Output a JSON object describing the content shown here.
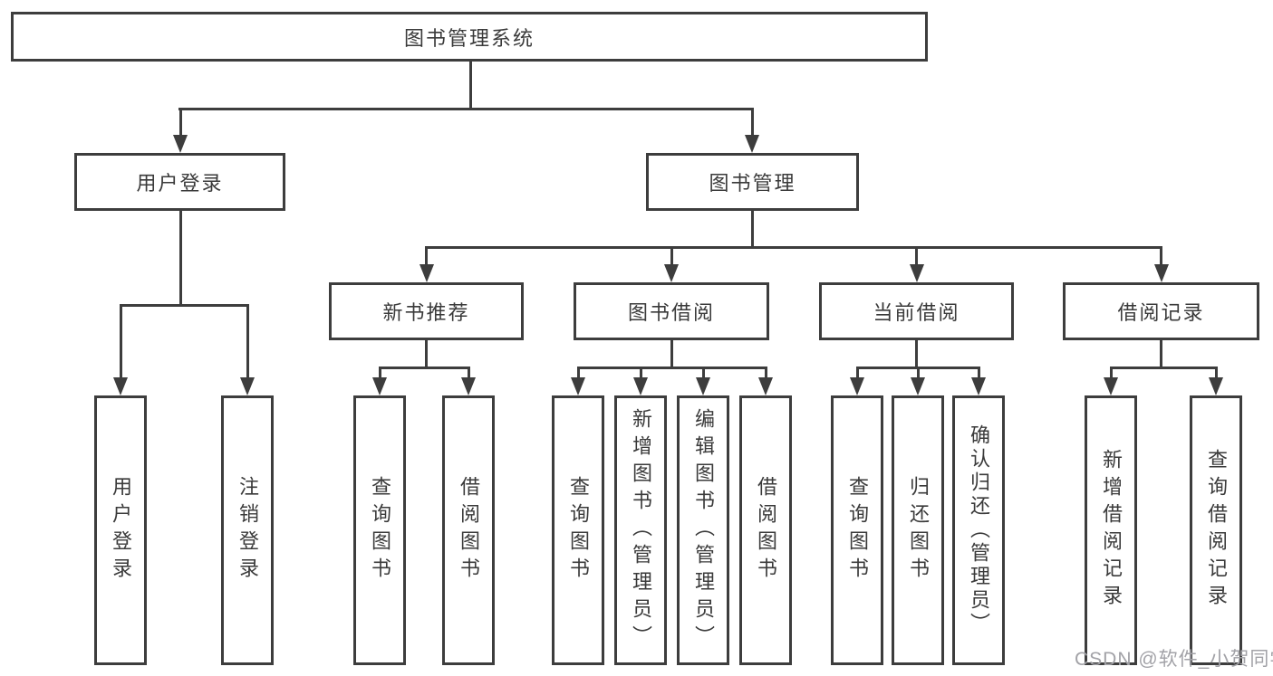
{
  "tree": {
    "label": "图书管理系统",
    "children": [
      {
        "label": "用户登录",
        "children": [
          {
            "label": "用户登录"
          },
          {
            "label": "注销登录"
          }
        ]
      },
      {
        "label": "图书管理",
        "children": [
          {
            "label": "新书推荐",
            "children": [
              {
                "label": "查询图书"
              },
              {
                "label": "借阅图书"
              }
            ]
          },
          {
            "label": "图书借阅",
            "children": [
              {
                "label": "查询图书"
              },
              {
                "label": "新增图书（管理员）"
              },
              {
                "label": "编辑图书（管理员）"
              },
              {
                "label": "借阅图书"
              }
            ]
          },
          {
            "label": "当前借阅",
            "children": [
              {
                "label": "查询图书"
              },
              {
                "label": "归还图书"
              },
              {
                "label": "确认归还（管理员）"
              }
            ]
          },
          {
            "label": "借阅记录",
            "children": [
              {
                "label": "新增借阅记录"
              },
              {
                "label": "查询借阅记录"
              }
            ]
          }
        ]
      }
    ]
  },
  "watermark": "CSDN @软件_小贺同学",
  "colors": {
    "line": "#3d3d3d",
    "box_background": "#ffffff",
    "text": "#3a3a3a",
    "watermark": "#a2a2a7"
  }
}
